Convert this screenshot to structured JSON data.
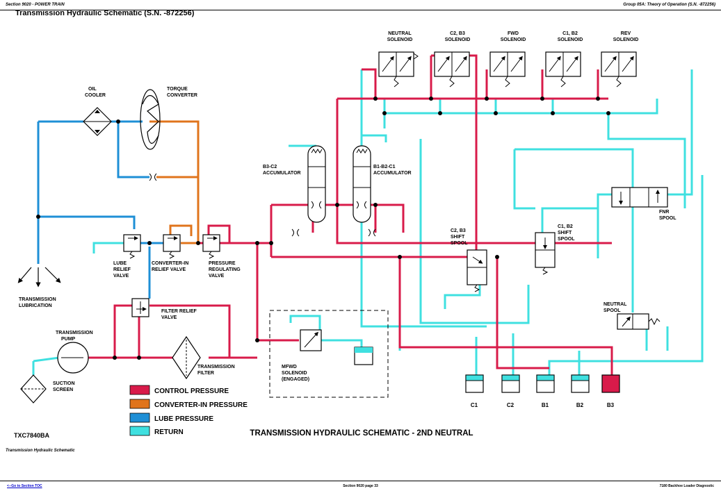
{
  "header": {
    "left": "Section 9020 - POWER TRAIN",
    "right": "Group 05A: Theory of Operation (S.N. -872256)"
  },
  "page_title": "Transmission Hydraulic Schematic (S.N. -872256)",
  "diagram": {
    "main_title": "TRANSMISSION HYDRAULIC SCHEMATIC - 2ND NEUTRAL",
    "figure_id": "TXC7840BA",
    "solenoids": [
      {
        "line1": "NEUTRAL",
        "line2": "SOLENOID"
      },
      {
        "line1": "C2, B3",
        "line2": "SOLENOID"
      },
      {
        "line1": "FWD",
        "line2": "SOLENOID"
      },
      {
        "line1": "C1, B2",
        "line2": "SOLENOID"
      },
      {
        "line1": "REV",
        "line2": "SOLENOID"
      }
    ],
    "oil_cooler": [
      "OIL",
      "COOLER"
    ],
    "torque_converter": [
      "TORQUE",
      "CONVERTER"
    ],
    "b3c2_accumulator": [
      "B3-C2",
      "ACCUMULATOR"
    ],
    "b1b2c1_accumulator": [
      "B1-B2-C1",
      "ACCUMULATOR"
    ],
    "lube_relief_valve": [
      "LUBE",
      "RELIEF",
      "VALVE"
    ],
    "converter_in_relief_valve": [
      "CONVERTER-IN",
      "RELIEF VALVE"
    ],
    "pressure_regulating_valve": [
      "PRESSURE",
      "REGULATING",
      "VALVE"
    ],
    "transmission_lubrication": [
      "TRANSMISSION",
      "LUBRICATION"
    ],
    "filter_relief_valve": [
      "FILTER RELIEF",
      "VALVE"
    ],
    "transmission_pump": [
      "TRANSMISSION",
      "PUMP"
    ],
    "transmission_filter": [
      "TRANSMISSION",
      "FILTER"
    ],
    "suction_screen": [
      "SUCTION",
      "SCREEN"
    ],
    "mfwd_solenoid": [
      "MFWD",
      "SOLENOID",
      "(ENGAGED)"
    ],
    "c2b3_shift_spool": [
      "C2, B3",
      "SHIFT",
      "SPOOL"
    ],
    "c1b2_shift_spool": [
      "C1, B2",
      "SHIFT",
      "SPOOL"
    ],
    "fnr_spool": [
      "FNR",
      "SPOOL"
    ],
    "neutral_spool": [
      "NEUTRAL",
      "SPOOL"
    ],
    "clutches": [
      "C1",
      "C2",
      "B1",
      "B2",
      "B3"
    ],
    "legend": [
      {
        "label": "CONTROL PRESSURE",
        "color": "#d81b4a"
      },
      {
        "label": "CONVERTER-IN PRESSURE",
        "color": "#e0741c"
      },
      {
        "label": "LUBE PRESSURE",
        "color": "#1e8fd6"
      },
      {
        "label": "RETURN",
        "color": "#3fe0e0"
      }
    ]
  },
  "caption": "Transmission Hydraulic Schematic",
  "footer": {
    "left": "<--Go to Section TOC",
    "center": "Section 9020 page 33",
    "right": "7180 Backhoe Loader Diagnostic"
  }
}
